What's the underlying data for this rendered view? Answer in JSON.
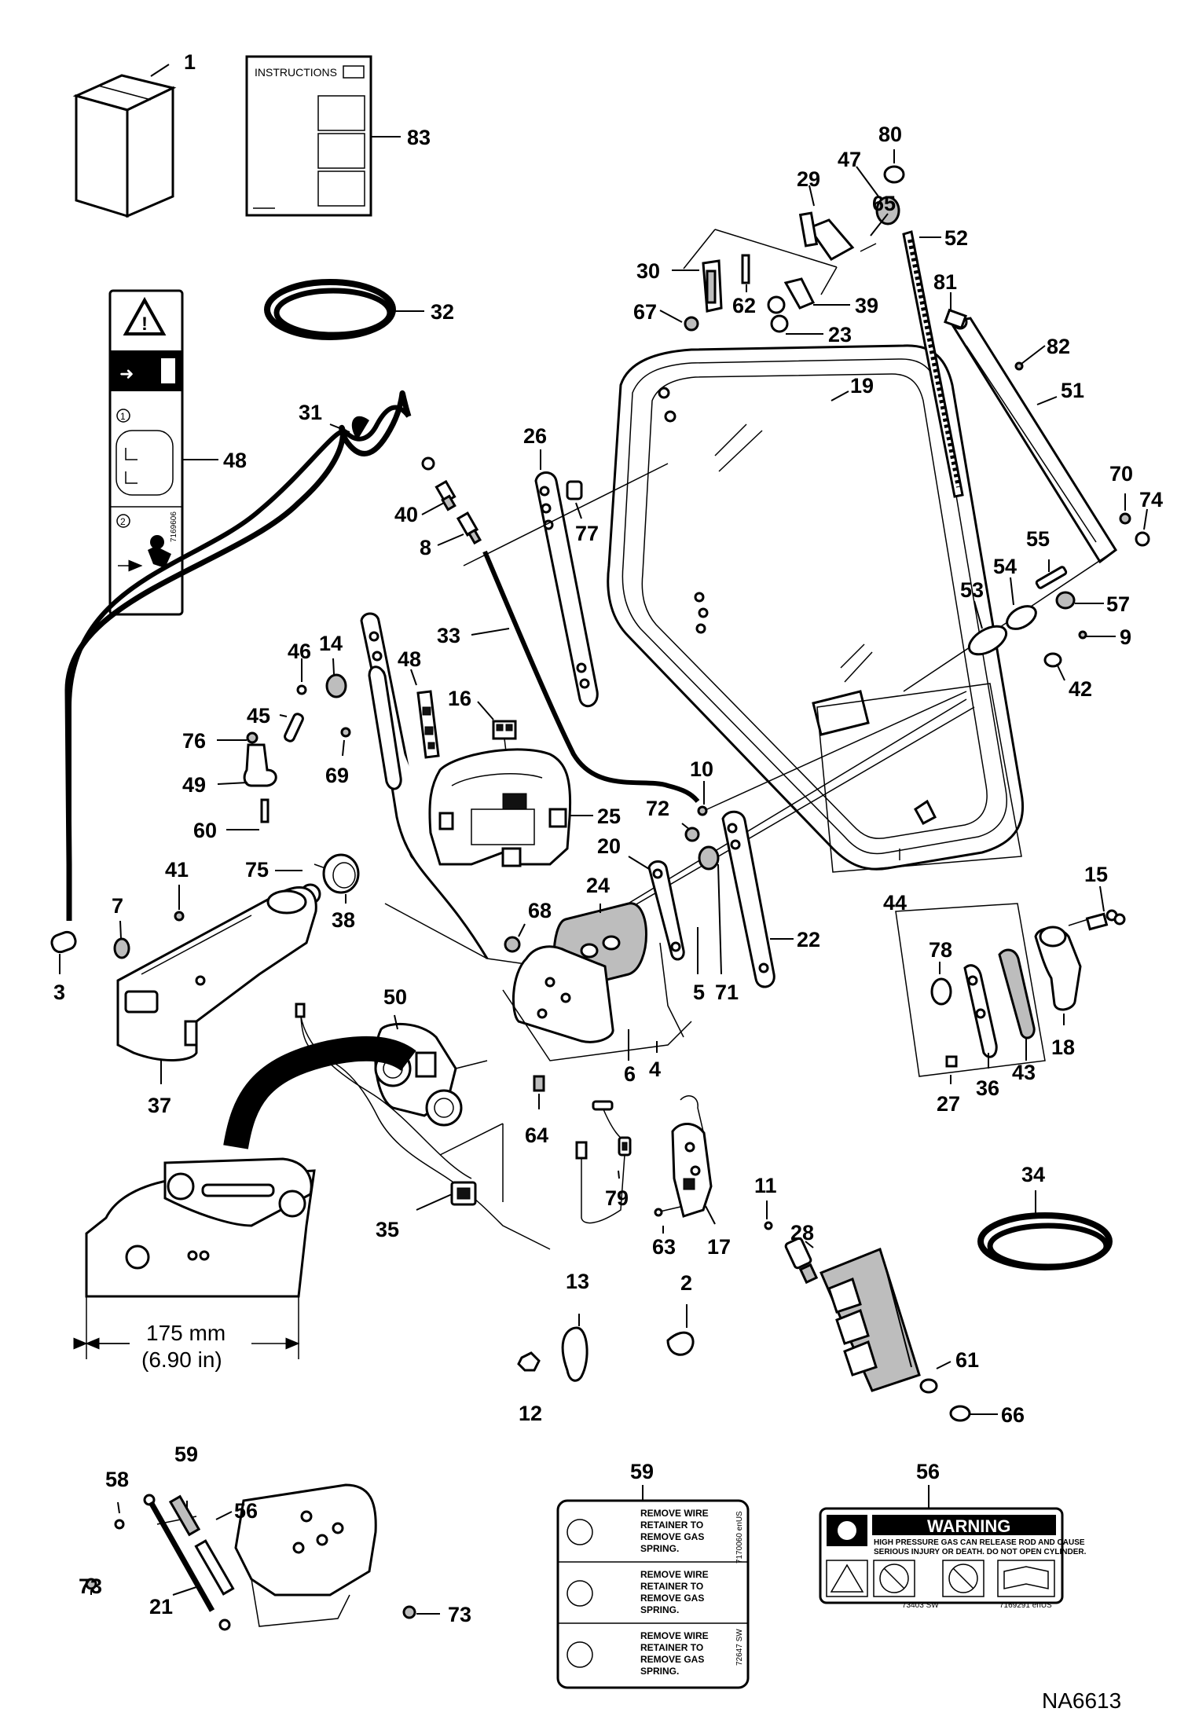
{
  "diagram_id": "NA6613",
  "instructions_label": "INSTRUCTIONS",
  "dimension": {
    "metric": "175 mm",
    "imperial": "(6.90 in)"
  },
  "decal_59": {
    "code": "7170060 enUS",
    "code_side": "72647 SW",
    "lines": [
      "REMOVE WIRE",
      "RETAINER TO",
      "REMOVE GAS",
      "SPRING."
    ]
  },
  "decal_56": {
    "title": "WARNING",
    "line1": "HIGH PRESSURE GAS CAN RELEASE ROD AND CAUSE",
    "line2": "SERIOUS INJURY OR DEATH. DO NOT OPEN CYLINDER.",
    "code_left": "73403 SW",
    "code_right": "7169291 enUS"
  },
  "decal_48": {
    "code": "7169606",
    "steps": [
      "1",
      "2"
    ]
  },
  "callouts": {
    "c1": "1",
    "c83": "83",
    "c32": "32",
    "c48a": "48",
    "c31": "31",
    "c40": "40",
    "c8": "8",
    "c26": "26",
    "c77": "77",
    "c19": "19",
    "c80": "80",
    "c47": "47",
    "c29": "29",
    "c65": "65",
    "c52": "52",
    "c30": "30",
    "c67": "67",
    "c62": "62",
    "c39": "39",
    "c23": "23",
    "c81": "81",
    "c82": "82",
    "c51": "51",
    "c70": "70",
    "c74": "74",
    "c55": "55",
    "c54": "54",
    "c53": "53",
    "c57": "57",
    "c9": "9",
    "c42": "42",
    "c33": "33",
    "c46": "46",
    "c14": "14",
    "c48b": "48",
    "c16": "16",
    "c45": "45",
    "c76": "76",
    "c49": "49",
    "c69": "69",
    "c10": "10",
    "c60": "60",
    "c25": "25",
    "c75": "75",
    "c38": "38",
    "c41": "41",
    "c7": "7",
    "c20": "20",
    "c72": "72",
    "c24": "24",
    "c44": "44",
    "c15": "15",
    "c68": "68",
    "c22": "22",
    "c3": "3",
    "c78": "78",
    "c5": "5",
    "c71": "71",
    "c50": "50",
    "c37": "37",
    "c4": "4",
    "c6": "6",
    "c18": "18",
    "c43": "43",
    "c36": "36",
    "c27": "27",
    "c64": "64",
    "c79": "79",
    "c17": "17",
    "c11": "11",
    "c34": "34",
    "c35": "35",
    "c63": "63",
    "c28": "28",
    "c13": "13",
    "c2": "2",
    "c61": "61",
    "c12": "12",
    "c66": "66",
    "c59a": "59",
    "c56a": "56",
    "c58": "58",
    "c59b": "59",
    "c56b": "56",
    "c73a": "73",
    "c21": "21",
    "c73b": "73"
  }
}
